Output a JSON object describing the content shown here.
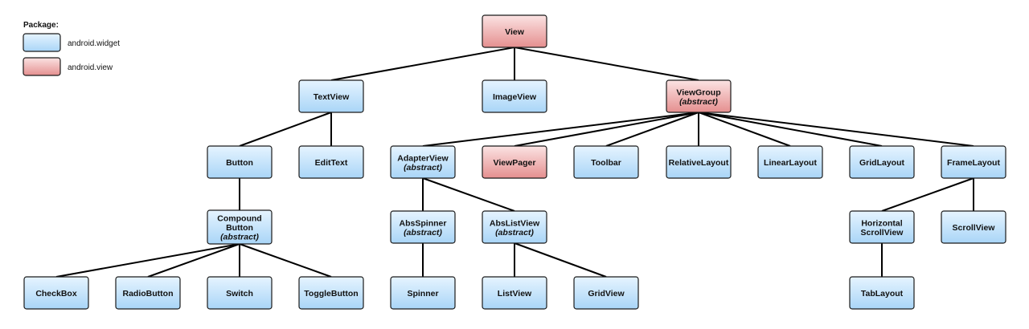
{
  "legend": {
    "title": "Package:",
    "items": [
      {
        "label": "android.widget",
        "package": "widget"
      },
      {
        "label": "android.view",
        "package": "view"
      }
    ]
  },
  "colors": {
    "widget_top": "#e6f4ff",
    "widget_bottom": "#a9d5f7",
    "view_top": "#fbe3e3",
    "view_bottom": "#e58f8f",
    "edge": "#000000"
  },
  "nodes": [
    {
      "id": "view",
      "lines": [
        "View"
      ],
      "package": "view"
    },
    {
      "id": "textview",
      "lines": [
        "TextView"
      ],
      "package": "widget"
    },
    {
      "id": "imageview",
      "lines": [
        "ImageView"
      ],
      "package": "widget"
    },
    {
      "id": "viewgroup",
      "lines": [
        "ViewGroup",
        "(abstract)"
      ],
      "package": "view"
    },
    {
      "id": "button",
      "lines": [
        "Button"
      ],
      "package": "widget"
    },
    {
      "id": "edittext",
      "lines": [
        "EditText"
      ],
      "package": "widget"
    },
    {
      "id": "adapterview",
      "lines": [
        "AdapterView",
        "(abstract)"
      ],
      "package": "widget"
    },
    {
      "id": "viewpager",
      "lines": [
        "ViewPager"
      ],
      "package": "view"
    },
    {
      "id": "toolbar",
      "lines": [
        "Toolbar"
      ],
      "package": "widget"
    },
    {
      "id": "relativelayout",
      "lines": [
        "RelativeLayout"
      ],
      "package": "widget"
    },
    {
      "id": "linearlayout",
      "lines": [
        "LinearLayout"
      ],
      "package": "widget"
    },
    {
      "id": "gridlayout",
      "lines": [
        "GridLayout"
      ],
      "package": "widget"
    },
    {
      "id": "framelayout",
      "lines": [
        "FrameLayout"
      ],
      "package": "widget"
    },
    {
      "id": "compoundbutton",
      "lines": [
        "Compound",
        "Button",
        "(abstract)"
      ],
      "package": "widget"
    },
    {
      "id": "absspinner",
      "lines": [
        "AbsSpinner",
        "(abstract)"
      ],
      "package": "widget"
    },
    {
      "id": "abslistview",
      "lines": [
        "AbsListView",
        "(abstract)"
      ],
      "package": "widget"
    },
    {
      "id": "horizontalscrollview",
      "lines": [
        "Horizontal",
        "ScrollView"
      ],
      "package": "widget"
    },
    {
      "id": "scrollview",
      "lines": [
        "ScrollView"
      ],
      "package": "widget"
    },
    {
      "id": "checkbox",
      "lines": [
        "CheckBox"
      ],
      "package": "widget"
    },
    {
      "id": "radiobutton",
      "lines": [
        "RadioButton"
      ],
      "package": "widget"
    },
    {
      "id": "switch",
      "lines": [
        "Switch"
      ],
      "package": "widget"
    },
    {
      "id": "togglebutton",
      "lines": [
        "ToggleButton"
      ],
      "package": "widget"
    },
    {
      "id": "spinner",
      "lines": [
        "Spinner"
      ],
      "package": "widget"
    },
    {
      "id": "listview",
      "lines": [
        "ListView"
      ],
      "package": "widget"
    },
    {
      "id": "gridview",
      "lines": [
        "GridView"
      ],
      "package": "widget"
    },
    {
      "id": "tablayout",
      "lines": [
        "TabLayout"
      ],
      "package": "widget"
    }
  ],
  "edges": [
    [
      "view",
      "textview"
    ],
    [
      "view",
      "imageview"
    ],
    [
      "view",
      "viewgroup"
    ],
    [
      "textview",
      "button"
    ],
    [
      "textview",
      "edittext"
    ],
    [
      "viewgroup",
      "adapterview"
    ],
    [
      "viewgroup",
      "viewpager"
    ],
    [
      "viewgroup",
      "toolbar"
    ],
    [
      "viewgroup",
      "relativelayout"
    ],
    [
      "viewgroup",
      "linearlayout"
    ],
    [
      "viewgroup",
      "gridlayout"
    ],
    [
      "viewgroup",
      "framelayout"
    ],
    [
      "button",
      "compoundbutton"
    ],
    [
      "compoundbutton",
      "checkbox"
    ],
    [
      "compoundbutton",
      "radiobutton"
    ],
    [
      "compoundbutton",
      "switch"
    ],
    [
      "compoundbutton",
      "togglebutton"
    ],
    [
      "adapterview",
      "absspinner"
    ],
    [
      "adapterview",
      "abslistview"
    ],
    [
      "absspinner",
      "spinner"
    ],
    [
      "abslistview",
      "listview"
    ],
    [
      "abslistview",
      "gridview"
    ],
    [
      "framelayout",
      "horizontalscrollview"
    ],
    [
      "framelayout",
      "scrollview"
    ],
    [
      "horizontalscrollview",
      "tablayout"
    ]
  ]
}
